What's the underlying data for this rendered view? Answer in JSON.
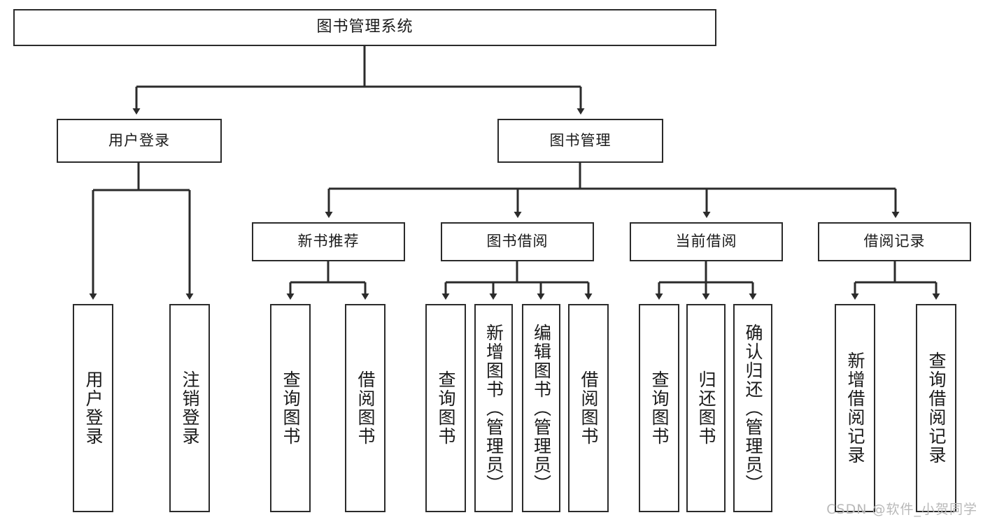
{
  "diagram": {
    "title": "图书管理系统",
    "type": "functional-structure-tree",
    "stroke_color": "#2b2b2b",
    "background_color": "#ffffff",
    "text_color": "#1a1a1a"
  },
  "root": {
    "label": "图书管理系统"
  },
  "level2": [
    {
      "label": "用户登录"
    },
    {
      "label": "图书管理"
    }
  ],
  "level3": [
    {
      "label": "新书推荐"
    },
    {
      "label": "图书借阅"
    },
    {
      "label": "当前借阅"
    },
    {
      "label": "借阅记录"
    }
  ],
  "leaves": {
    "user_login": [
      {
        "label": "用户登录"
      },
      {
        "label": "注销登录"
      }
    ],
    "new_book_recommend": [
      {
        "label": "查询图书"
      },
      {
        "label": "借阅图书"
      }
    ],
    "book_borrow": [
      {
        "label": "查询图书"
      },
      {
        "label": "新增图书（管理员）"
      },
      {
        "label": "编辑图书（管理员）"
      },
      {
        "label": "借阅图书"
      }
    ],
    "current_borrow": [
      {
        "label": "查询图书"
      },
      {
        "label": "归还图书"
      },
      {
        "label": "确认归还（管理员）"
      }
    ],
    "borrow_record": [
      {
        "label": "新增借阅记录"
      },
      {
        "label": "查询借阅记录"
      }
    ]
  },
  "watermark": {
    "text": "CSDN @软件_小贺同学"
  }
}
